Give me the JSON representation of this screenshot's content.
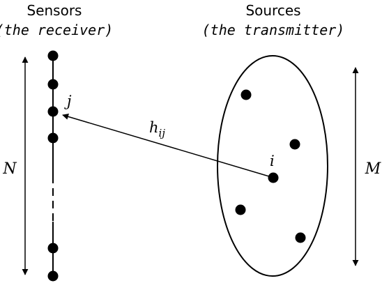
{
  "sensors": {
    "title": "Sensors",
    "subtitle": "(the receiver)",
    "count_label": "N",
    "index_label": "j"
  },
  "sources": {
    "title": "Sources",
    "subtitle": "(the transmitter)",
    "count_label": "M",
    "index_label": "i"
  },
  "channel": {
    "label_base": "h",
    "label_sub": "ij"
  }
}
